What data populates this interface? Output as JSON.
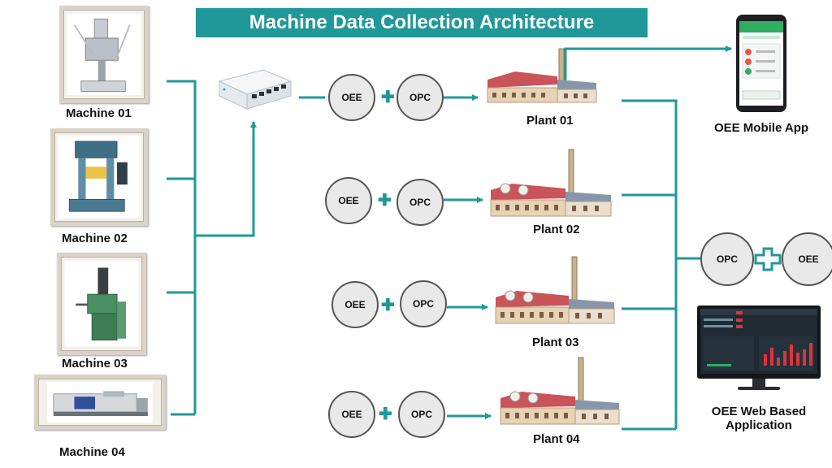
{
  "title": "Machine Data Collection Architecture",
  "machines": [
    {
      "label": "Machine  01",
      "icon": "packaging-machine-photo"
    },
    {
      "label": "Machine  02",
      "icon": "hydraulic-press-photo"
    },
    {
      "label": "Machine  03",
      "icon": "press-machine-photo"
    },
    {
      "label": "Machine  04",
      "icon": "injection-molding-machine-photo"
    }
  ],
  "router_icon": "network-router-icon",
  "plants": [
    {
      "label": "Plant   01",
      "left_node": "OEE",
      "right_node": "OPC",
      "icon": "factory-icon"
    },
    {
      "label": "Plant   02",
      "left_node": "OEE",
      "right_node": "OPC",
      "icon": "factory-icon"
    },
    {
      "label": "Plant   03",
      "left_node": "OEE",
      "right_node": "OPC",
      "icon": "factory-icon"
    },
    {
      "label": "Plant   04",
      "left_node": "OEE",
      "right_node": "OPC",
      "icon": "factory-icon"
    }
  ],
  "hub": {
    "left": "OPC",
    "right": "OEE"
  },
  "mobile_app": {
    "label": "OEE Mobile App",
    "icon": "smartphone-icon"
  },
  "web_app": {
    "label_line1": "OEE Web Based",
    "label_line2": "Application",
    "icon": "monitor-dashboard-icon"
  },
  "colors": {
    "accent": "#20989a",
    "node_fill": "#e9e9e9",
    "node_border": "#555555"
  }
}
